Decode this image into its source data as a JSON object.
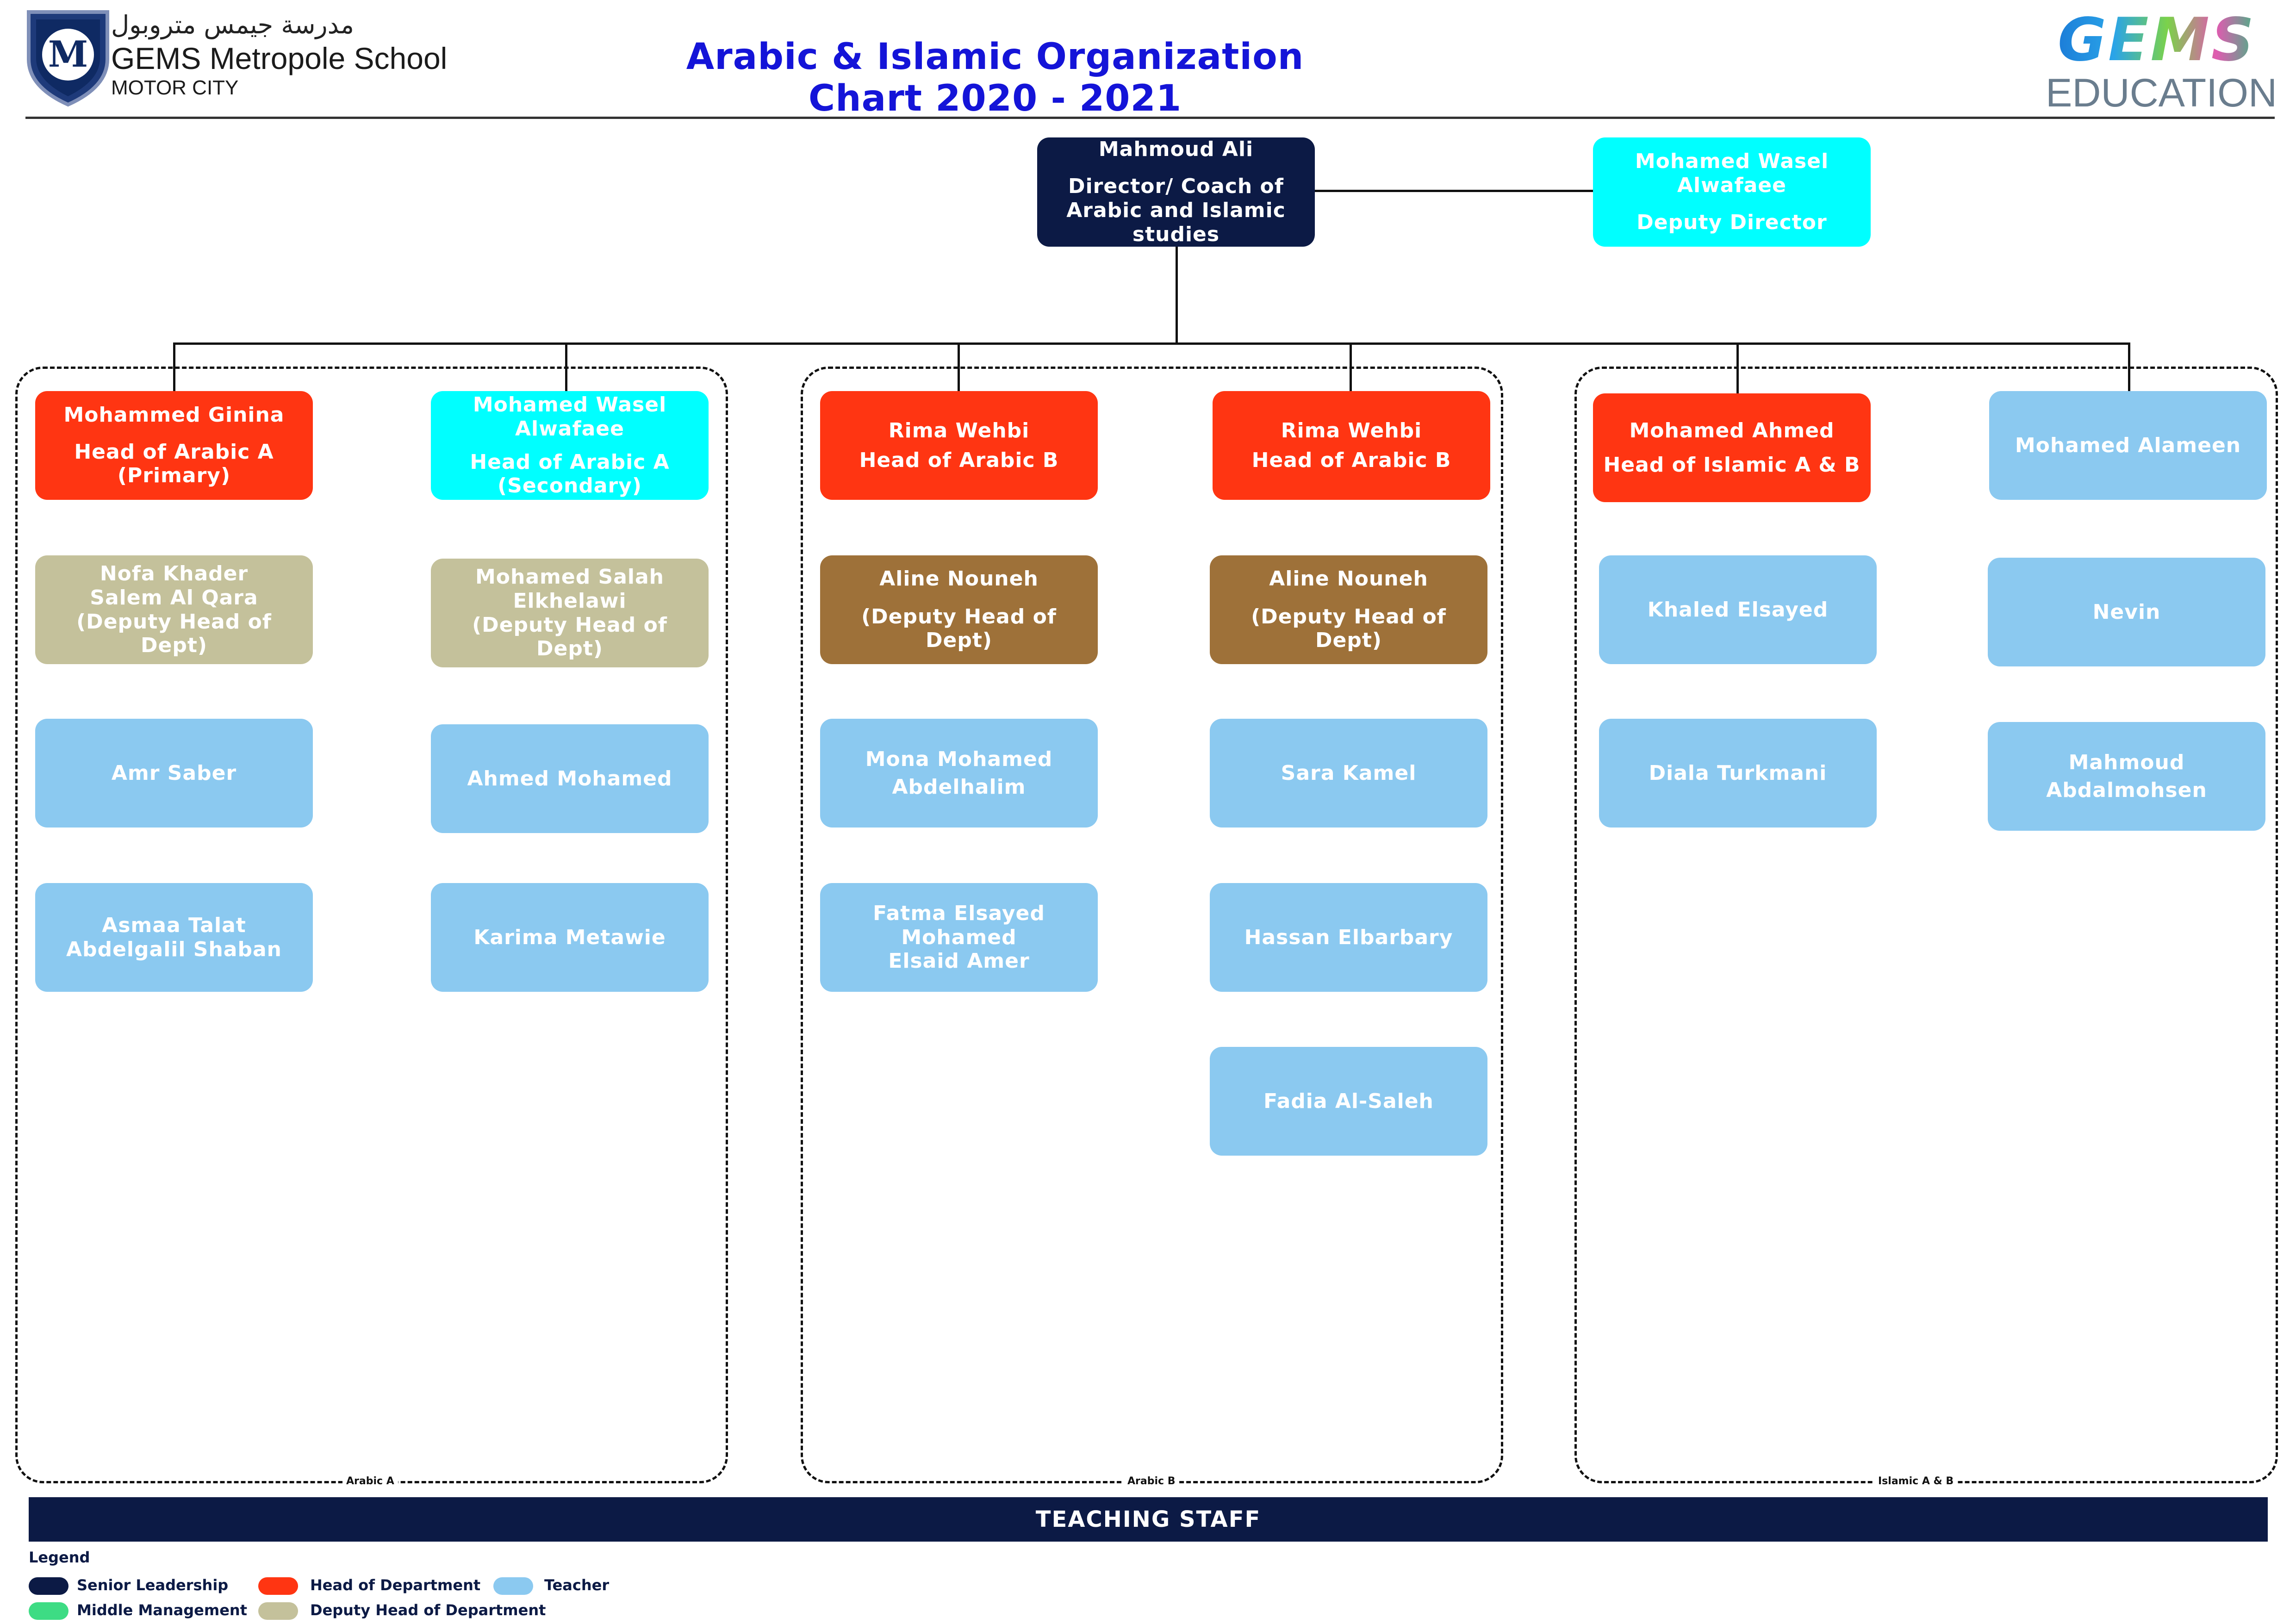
{
  "header": {
    "school_arabic": "مدرسة جيمس متروبول",
    "school_name": "GEMS Metropole School",
    "school_location": "MOTOR CITY",
    "logo_letter": "M",
    "title": "Arabic & Islamic Organization Chart 2020 - 2021",
    "brand_logo_text": "GEMS",
    "brand_sub": "EDUCATION"
  },
  "top": {
    "director": {
      "name": "Mahmoud Ali",
      "role_line1": "Director/ Coach of",
      "role_line2": "Arabic and Islamic studies"
    },
    "deputy": {
      "name_line1": "Mohamed Wasel",
      "name_line2": "Alwafaee",
      "role": "Deputy Director"
    }
  },
  "groups": {
    "arabic_a": "Arabic A",
    "arabic_b": "Arabic B",
    "islamic": "Islamic A & B"
  },
  "columns": {
    "c1": {
      "head": {
        "name": "Mohammed Ginina",
        "role_line1": "Head of Arabic A",
        "role_line2": "(Primary)"
      },
      "deputy": {
        "line1": "Nofa Khader",
        "line2": "Salem Al Qara",
        "line3": "(Deputy Head of Dept)"
      },
      "teachers": [
        {
          "line1": "Amr Saber"
        },
        {
          "line1": "Asmaa Talat",
          "line2": "Abdelgalil Shaban"
        }
      ]
    },
    "c2": {
      "head": {
        "name_line1": "Mohamed Wasel",
        "name_line2": "Alwafaee",
        "role_line1": "Head of Arabic A",
        "role_line2": "(Secondary)"
      },
      "deputy": {
        "line1": "Mohamed Salah",
        "line2": "Elkhelawi",
        "line3": "(Deputy Head of Dept)"
      },
      "teachers": [
        {
          "line1": "Ahmed Mohamed"
        },
        {
          "line1": "Karima Metawie"
        }
      ]
    },
    "c3": {
      "head": {
        "name": "Rima Wehbi",
        "role": "Head of Arabic B"
      },
      "deputy": {
        "line1": "Aline Nouneh",
        "line2": "(Deputy Head of Dept)"
      },
      "teachers": [
        {
          "line1": "Mona Mohamed",
          "line2": "Abdelhalim"
        },
        {
          "line1": "Fatma Elsayed Mohamed",
          "line2": "Elsaid Amer"
        }
      ]
    },
    "c4": {
      "head": {
        "name": "Rima Wehbi",
        "role": "Head of Arabic B"
      },
      "deputy": {
        "line1": "Aline Nouneh",
        "line2": "(Deputy Head of Dept)"
      },
      "teachers": [
        {
          "line1": "Sara Kamel"
        },
        {
          "line1": "Hassan Elbarbary"
        },
        {
          "line1": "Fadia Al-Saleh"
        }
      ]
    },
    "c5": {
      "head": {
        "name": "Mohamed Ahmed",
        "role": "Head of Islamic A & B"
      },
      "teachers": [
        {
          "line1": "Khaled Elsayed"
        },
        {
          "line1": "Diala Turkmani"
        }
      ]
    },
    "c6": {
      "top": {
        "line1": "Mohamed Alameen"
      },
      "teachers": [
        {
          "line1": "Nevin"
        },
        {
          "line1": "Mahmoud",
          "line2": "Abdalmohsen"
        }
      ]
    }
  },
  "banner": "TEACHING STAFF",
  "legend": {
    "title": "Legend",
    "items": [
      {
        "label": "Senior Leadership",
        "color": "#0c1a45"
      },
      {
        "label": "Head of Department",
        "color": "#ff3512"
      },
      {
        "label": "Teacher",
        "color": "#8bc9f0"
      },
      {
        "label": "Middle Management",
        "color": "#3ddc84"
      },
      {
        "label": "Deputy Head of Department",
        "color": "#c4c19b"
      }
    ]
  },
  "colors": {
    "senior": "#0c1a45",
    "head": "#ff3512",
    "deputy": "#c4c19b",
    "deputy_brown": "#9e7139",
    "teacher": "#8bc9f0",
    "deputy_director": "#00ffff",
    "title_blue": "#1414d8"
  }
}
